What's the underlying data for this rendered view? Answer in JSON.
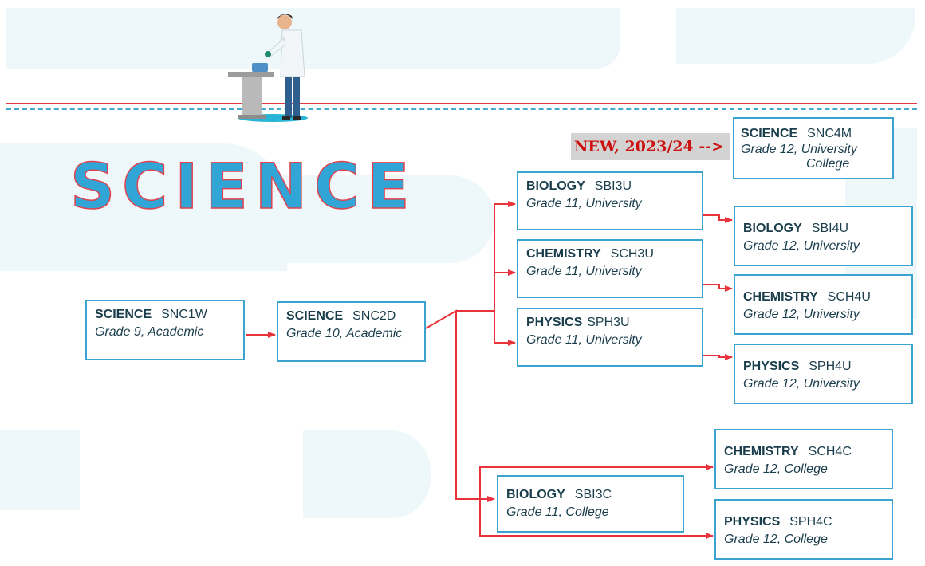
{
  "title": "SCIENCE",
  "new_label": "NEW, 2023/24 -->",
  "courses": {
    "snc1w": {
      "subject": "SCIENCE",
      "code": "SNC1W",
      "grade": "Grade 9, Academic"
    },
    "snc2d": {
      "subject": "SCIENCE",
      "code": "SNC2D",
      "grade": "Grade 10, Academic"
    },
    "sbi3u": {
      "subject": "BIOLOGY",
      "code": "SBI3U",
      "grade": "Grade 11, University"
    },
    "sch3u": {
      "subject": "CHEMISTRY",
      "code": "SCH3U",
      "grade": "Grade 11, University"
    },
    "sph3u": {
      "subject": "PHYSICS",
      "code": "SPH3U",
      "grade": "Grade 11, University"
    },
    "snc4m": {
      "subject": "SCIENCE",
      "code": "SNC4M",
      "grade": "Grade 12, University",
      "grade_line2": "College"
    },
    "sbi4u": {
      "subject": "BIOLOGY",
      "code": "SBI4U",
      "grade": "Grade 12, University"
    },
    "sch4u": {
      "subject": "CHEMISTRY",
      "code": "SCH4U",
      "grade": "Grade 12, University"
    },
    "sph4u": {
      "subject": "PHYSICS",
      "code": "SPH4U",
      "grade": "Grade 12, University"
    },
    "sch4c": {
      "subject": "CHEMISTRY",
      "code": "SCH4C",
      "grade": "Grade 12, College"
    },
    "sbi3c": {
      "subject": "BIOLOGY",
      "code": "SBI3C",
      "grade": "Grade 11, College"
    },
    "sph4c": {
      "subject": "PHYSICS",
      "code": "SPH4C",
      "grade": "Grade 12, College"
    }
  },
  "colors": {
    "accent_blue": "#3aa3d0",
    "arrow_red": "#e8333d",
    "text_dark": "#1a3d4c"
  }
}
